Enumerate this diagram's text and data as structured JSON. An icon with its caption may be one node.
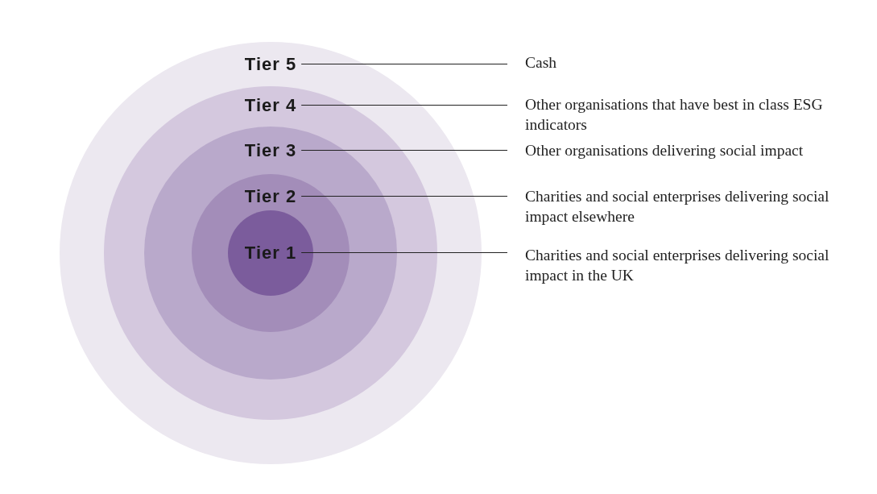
{
  "diagram": {
    "nodes": [
      {
        "text": [
          "Tier 5"
        ]
      },
      {
        "text": [
          "Tier 4"
        ],
        "in": 0
      },
      {
        "text": [
          "Tier 3"
        ],
        "in": 1
      },
      {
        "text": [
          "Tier 2"
        ],
        "in": 2
      },
      {
        "text": [
          "Tier 1"
        ],
        "in": 3
      },
      {
        "text": [
          "Cash"
        ]
      },
      {
        "text": [
          "Other organisations that have best in class ESG indicators"
        ]
      },
      {
        "text": [
          "Other organisations delivering social impact"
        ]
      },
      {
        "text": [
          "Charities and social enterprises delivering social impact elsewhere"
        ]
      },
      {
        "text": [
          "Charities and social enterprises delivering social impact in the UK"
        ]
      }
    ],
    "edges": [
      {
        "from": 0,
        "to": 5,
        "arrow": "none"
      },
      {
        "from": 1,
        "to": 6,
        "arrow": "none"
      },
      {
        "from": 2,
        "to": 7,
        "arrow": "none"
      },
      {
        "from": 3,
        "to": 8,
        "arrow": "none"
      },
      {
        "from": 4,
        "to": 9,
        "arrow": "none"
      }
    ]
  }
}
